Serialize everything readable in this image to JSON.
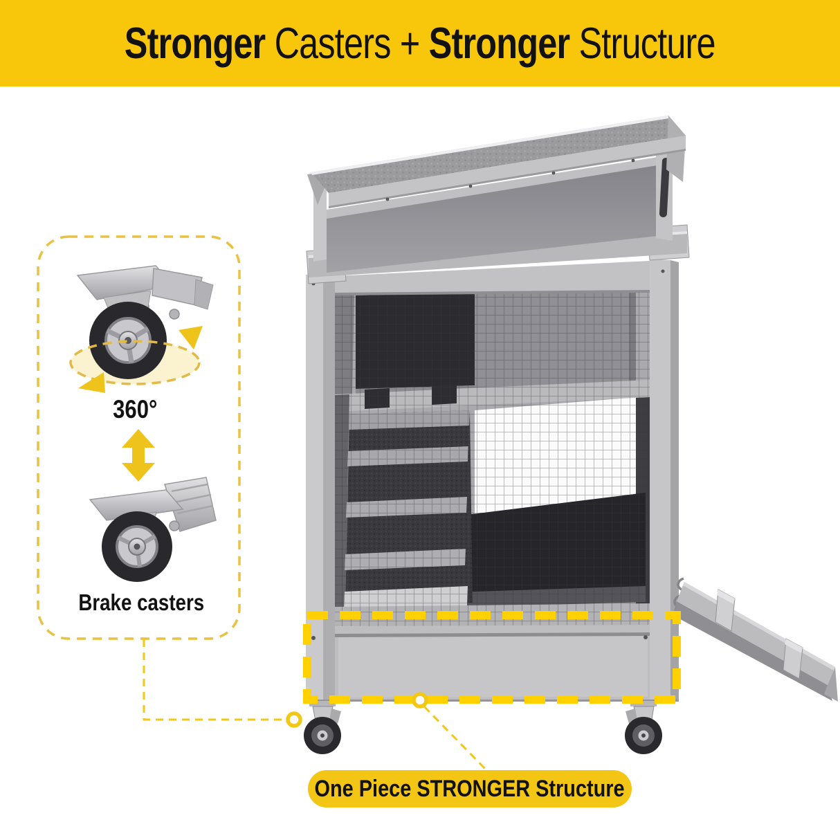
{
  "banner": {
    "bold1": "Stronger",
    "regular1": " Casters + ",
    "bold2": "Stronger",
    "regular2": " Structure"
  },
  "callout": {
    "rotation_label": "360°",
    "brake_label": "Brake casters"
  },
  "bottom_label": {
    "text": "One Piece STRONGER Structure"
  },
  "colors": {
    "banner_bg": "#F8C70B",
    "pill_bg": "#F3C514",
    "label_color": "#121212",
    "dash_bright": "#FFD103",
    "connector": "#F2C716",
    "callout_border": "#EAC142",
    "ellipse_fill": "#FBF2CF",
    "ellipse_border": "#E2BA45",
    "arrow": "#EEC31B"
  },
  "icons": {
    "swivel_caster": "swivel-caster-icon",
    "brake_caster": "brake-caster-icon",
    "rotation_ellipse": "rotation-360-icon",
    "up_down_arrow": "up-down-arrow-icon",
    "hutch": "rabbit-hutch-illustration",
    "marker": "connector-dot-icon"
  }
}
